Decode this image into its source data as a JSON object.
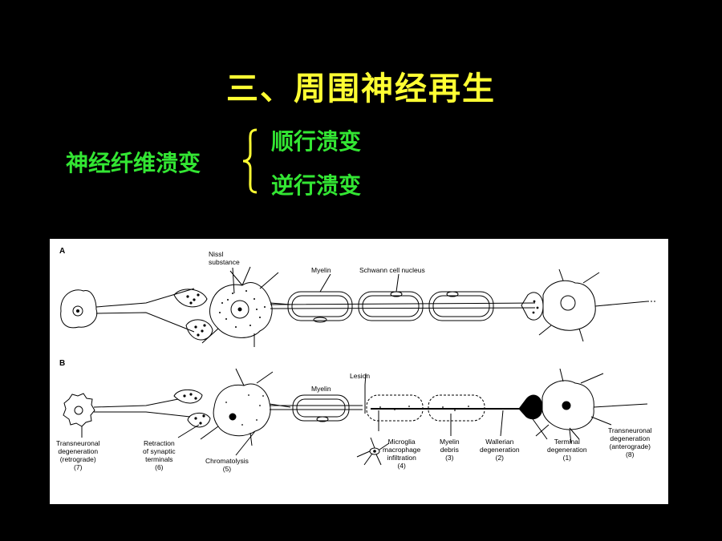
{
  "title": "三、周围神经再生",
  "left_term": "神经纤维溃变",
  "branches": [
    "顺行溃变",
    "逆行溃变"
  ],
  "figure": {
    "panel_a": "A",
    "panel_b": "B",
    "labels_a": {
      "nissl": "Nissl\nsubstance",
      "myelin": "Myelin",
      "schwann": "Schwann cell nucleus"
    },
    "labels_b": {
      "lesion": "Lesion",
      "myelin": "Myelin",
      "l7": "Transneuronal\ndegeneration\n(retrograde)\n(7)",
      "l6": "Retraction\nof synaptic\nterminals\n(6)",
      "l5": "Chromatolysis\n(5)",
      "l4": "Microglia\nmacrophage\ninfiltration\n(4)",
      "l3": "Myelin\ndebris\n(3)",
      "l2": "Wallerian\ndegeneration\n(2)",
      "l1": "Terminal\ndegeneration\n(1)",
      "l8": "Transneuronal\ndegeneration\n(anterograde)\n(8)"
    }
  }
}
